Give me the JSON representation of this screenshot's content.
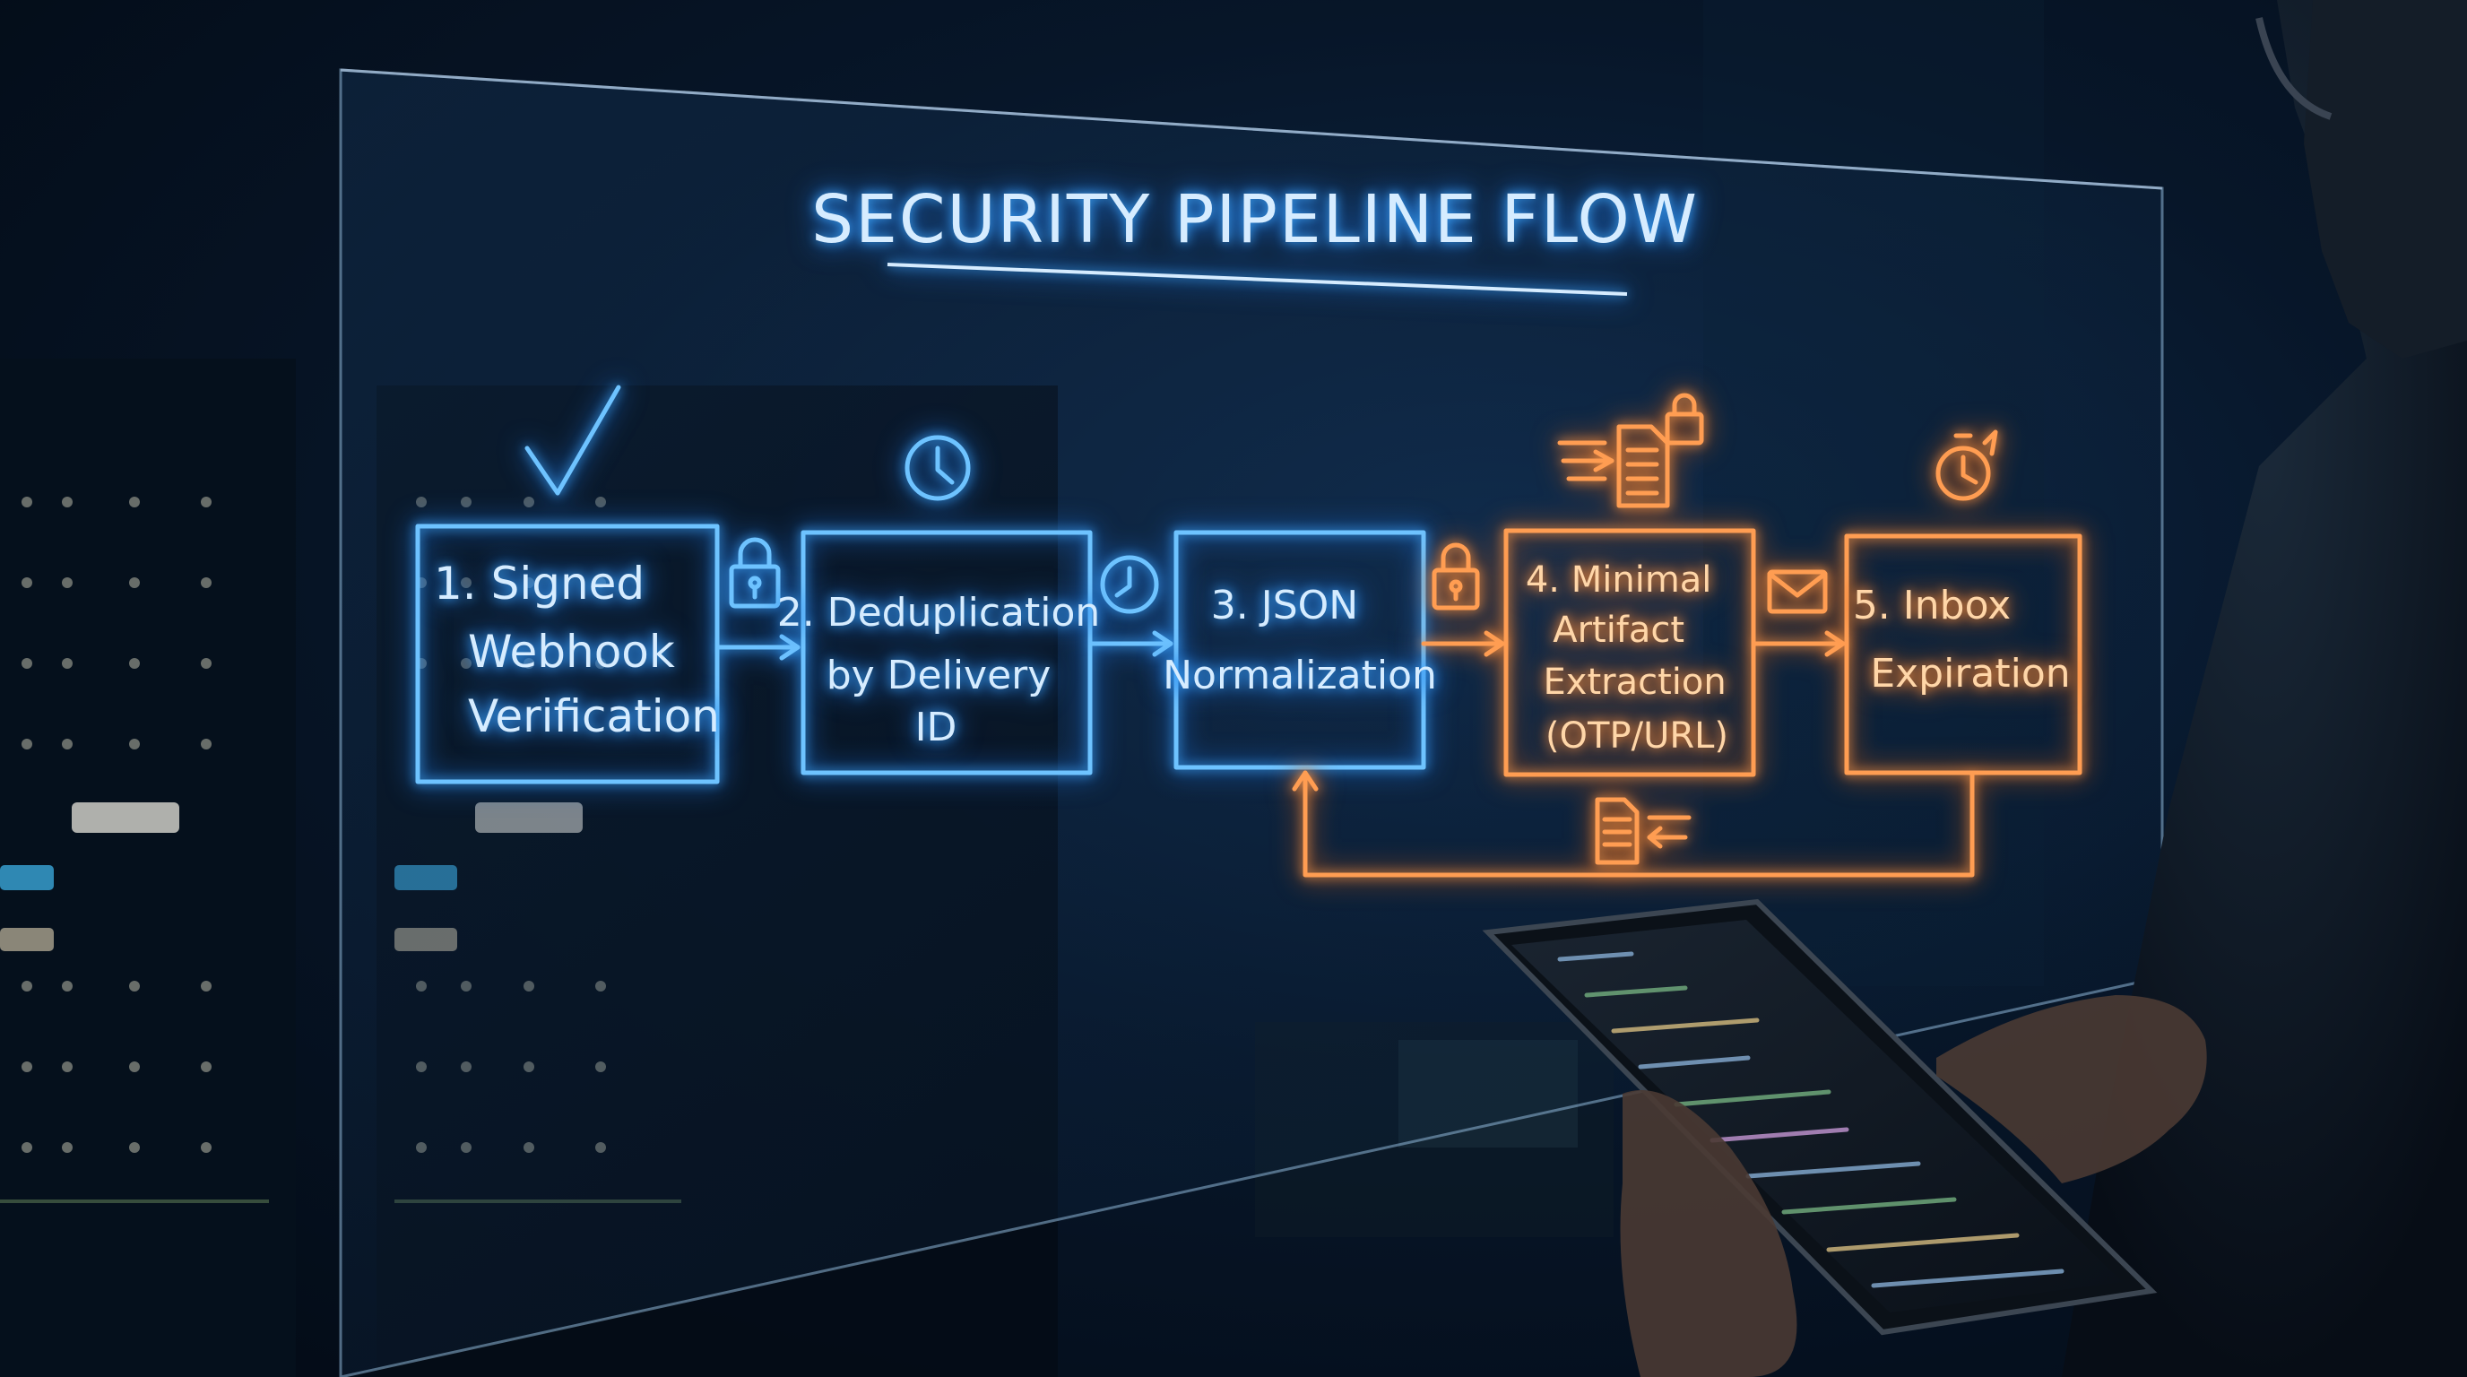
{
  "title": "SECURITY PIPELINE FLOW",
  "steps": [
    {
      "lines": [
        "1. Signed",
        "Webhook",
        "Verification"
      ]
    },
    {
      "lines": [
        "2. Deduplication",
        "by Delivery",
        "ID"
      ]
    },
    {
      "lines": [
        "3. JSON",
        "Normalization"
      ]
    },
    {
      "lines": [
        "4. Minimal",
        "Artifact",
        "Extraction",
        "(OTP/URL)"
      ]
    },
    {
      "lines": [
        "5. Inbox",
        "Expiration"
      ]
    }
  ],
  "icons": {
    "step1": "checkmark-icon",
    "step2": "clock-icon",
    "step4": "document-lock-icon",
    "step5": "timer-icon",
    "connectors": [
      "padlock-icon",
      "clock-icon",
      "padlock-icon",
      "envelope-icon"
    ],
    "feedback": "document-icon"
  },
  "colors": {
    "blue": "#6ec3ff",
    "orange": "#ff9d52"
  }
}
